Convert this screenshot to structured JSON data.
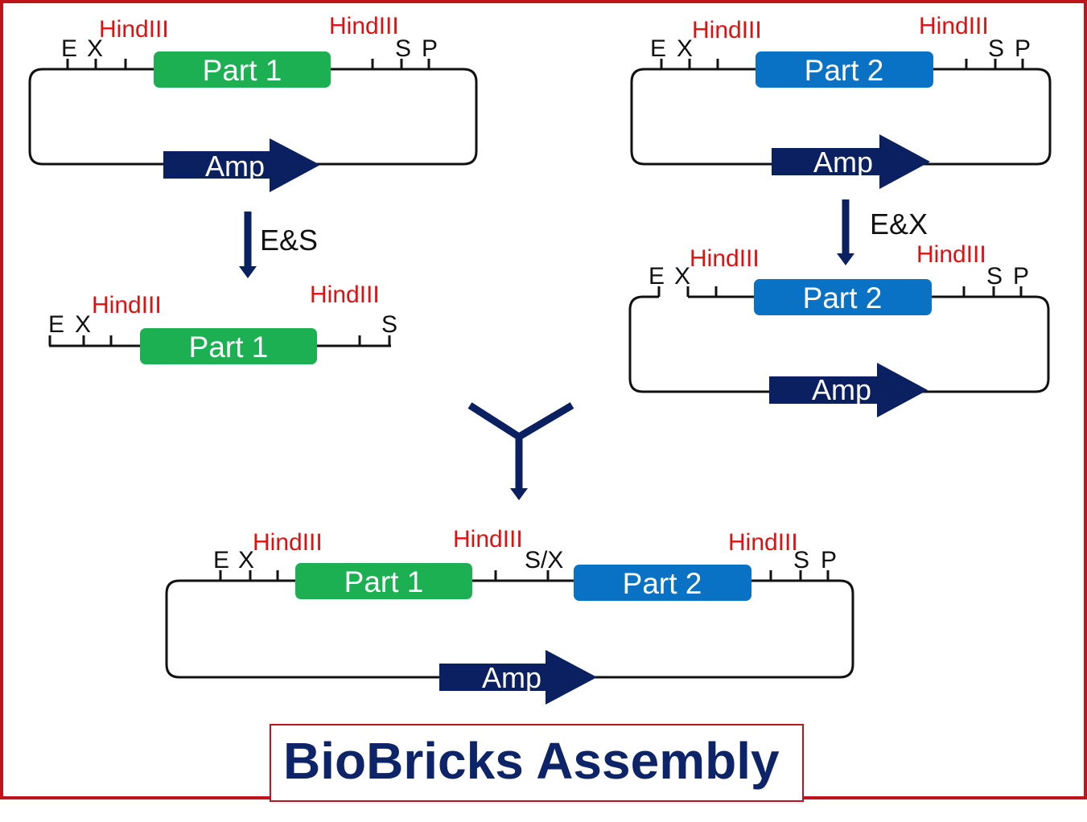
{
  "title": "BioBricks Assembly",
  "enzyme_label": "HindIII",
  "sites": {
    "e": "E",
    "x": "X",
    "s": "S",
    "p": "P",
    "sx_scar": "S/X"
  },
  "parts": {
    "part1": "Part 1",
    "part2": "Part 2"
  },
  "resistance": "Amp",
  "steps": {
    "digest_part1": "E&S",
    "digest_part2": "E&X"
  },
  "colors": {
    "frame": "#c0141c",
    "part1": "#1cb052",
    "part2": "#0a72c4",
    "arrow": "#0a2060",
    "enzyme_text": "#e01010",
    "title": "#0d2468"
  }
}
